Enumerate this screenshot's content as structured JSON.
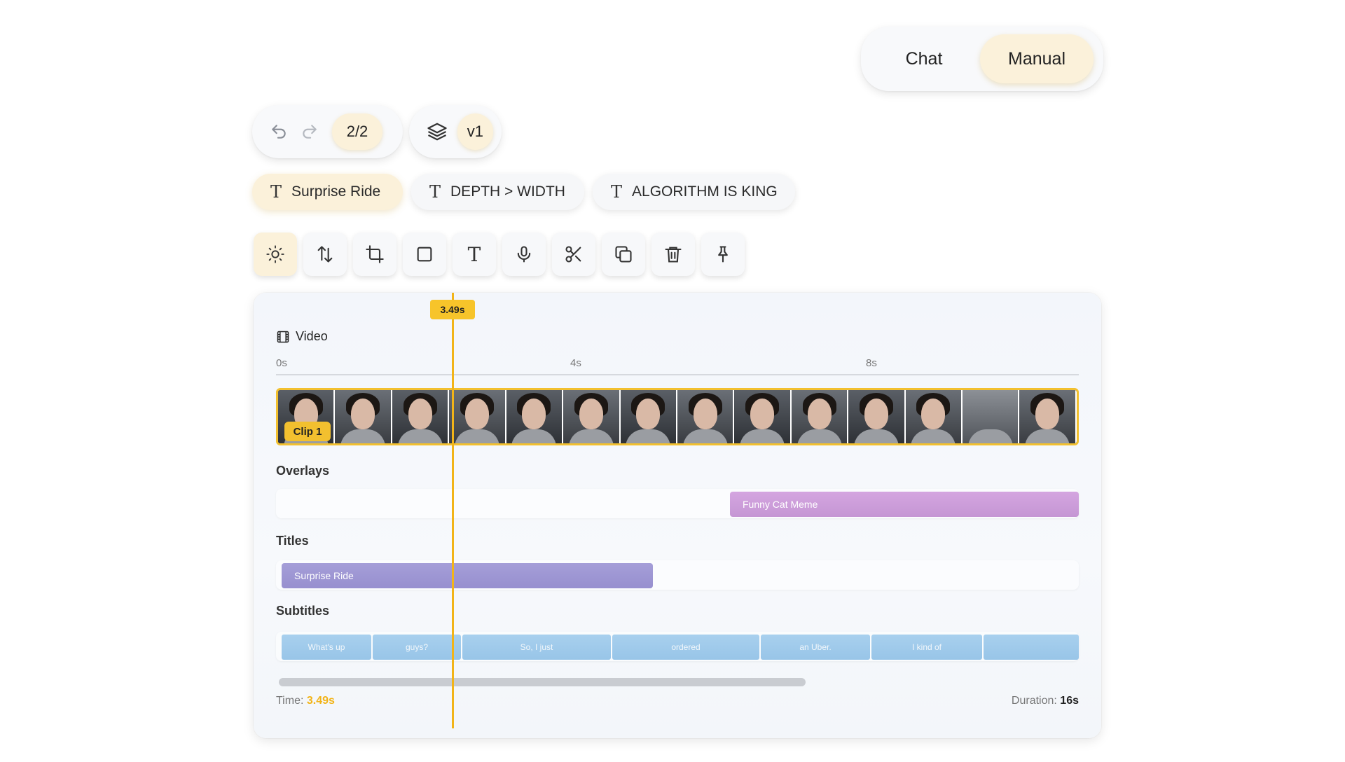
{
  "mode_toggle": {
    "chat_label": "Chat",
    "manual_label": "Manual",
    "selected": "Manual"
  },
  "history": {
    "undo_icon": "undo-icon",
    "redo_icon": "redo-icon",
    "page_label": "2/2"
  },
  "versions": {
    "layers_icon": "layers-icon",
    "version_label": "v1"
  },
  "title_chips": [
    {
      "icon": "text-icon",
      "label": "Surprise Ride"
    },
    {
      "icon": "text-icon",
      "label": "DEPTH > WIDTH"
    },
    {
      "icon": "text-icon",
      "label": "ALGORITHM IS KING"
    }
  ],
  "toolbar_icons": [
    "brightness-icon",
    "swap-vertical-icon",
    "crop-icon",
    "square-icon",
    "text-icon",
    "microphone-icon",
    "scissors-icon",
    "copy-icon",
    "trash-icon",
    "pin-icon"
  ],
  "timeline": {
    "playhead_label": "3.49s",
    "video_label": "Video",
    "ticks": [
      "0s",
      "4s",
      "8s"
    ],
    "clip_label": "Clip 1",
    "overlays_label": "Overlays",
    "overlay_clip": "Funny Cat Meme",
    "titles_label": "Titles",
    "title_clip": "Surprise Ride",
    "subtitles_label": "Subtitles",
    "subtitles": [
      "What's up",
      "guys?",
      "So, I just",
      "ordered",
      "an Uber.",
      "I kind of",
      ""
    ],
    "time_label": "Time:",
    "time_value": "3.49s",
    "duration_label": "Duration:",
    "duration_value": "16s"
  },
  "colors": {
    "accent": "#f2b418",
    "chip_active": "#fbf1da",
    "overlay": "#c596d4",
    "title": "#978fcf",
    "subtitle": "#98c5e8"
  }
}
